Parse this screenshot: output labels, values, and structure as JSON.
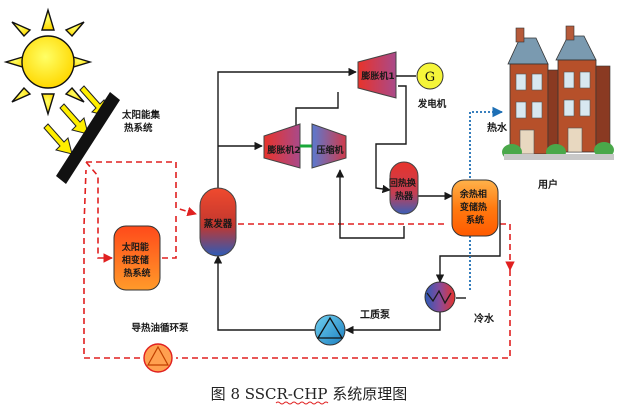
{
  "labels": {
    "solar_collector": [
      "太阳能集",
      "热系统"
    ],
    "solar_storage": [
      "太阳能",
      "相变储",
      "热系统"
    ],
    "evaporator": "蒸发器",
    "expander1": "膨胀机1",
    "expander2": "膨胀机2",
    "compressor": "压缩机",
    "generator_symbol": "G",
    "generator": "发电机",
    "regenerator": [
      "回热换",
      "热器"
    ],
    "waste_heat_storage": [
      "余热相",
      "变储热",
      "系统"
    ],
    "hot_water": "热水",
    "cold_water": "冷水",
    "users": "用户",
    "working_pump": "工质泵",
    "htf_pump": "导热油循环泵"
  },
  "caption": "图 8   SSCR-CHP 系统原理图",
  "colors": {
    "solid_line": "#1a1a1a",
    "dashed_line": "#e02020",
    "hot_water_line": "#1e6fb5",
    "sun": "#ffee00",
    "hot": "#e8332b",
    "cold": "#2d5bb8",
    "storage_fill": "#ff8a1f"
  }
}
